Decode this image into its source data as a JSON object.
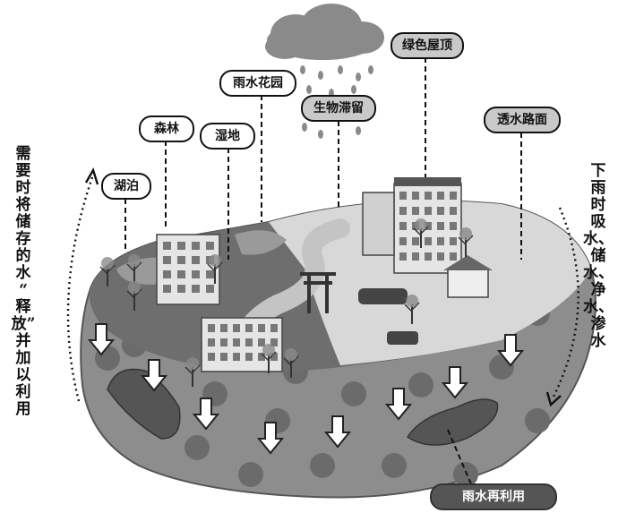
{
  "left_note": "需要时将储存的水“释放”并加以利用",
  "right_note": "下雨时吸水、储水、净水、渗水",
  "labels": {
    "lake": "湖泊",
    "forest": "森林",
    "wetland": "湿地",
    "rain_garden": "雨水花园",
    "bio_retention": "生物滞留",
    "green_roof": "绿色屋顶",
    "permeable_road": "透水路面",
    "rain_reuse": "雨水再利用"
  },
  "colors": {
    "ground_dark": "#6e6e6e",
    "ground_mid": "#9a9a9a",
    "soil": "#8d8d8d",
    "soil_spot": "#6b6b6b",
    "water_pocket": "#555555",
    "cloud": "#8a8a8a"
  },
  "icons": [
    "rain-cloud-icon",
    "down-arrow-icon",
    "tree-icon",
    "building-icon",
    "torii-gate-icon"
  ]
}
